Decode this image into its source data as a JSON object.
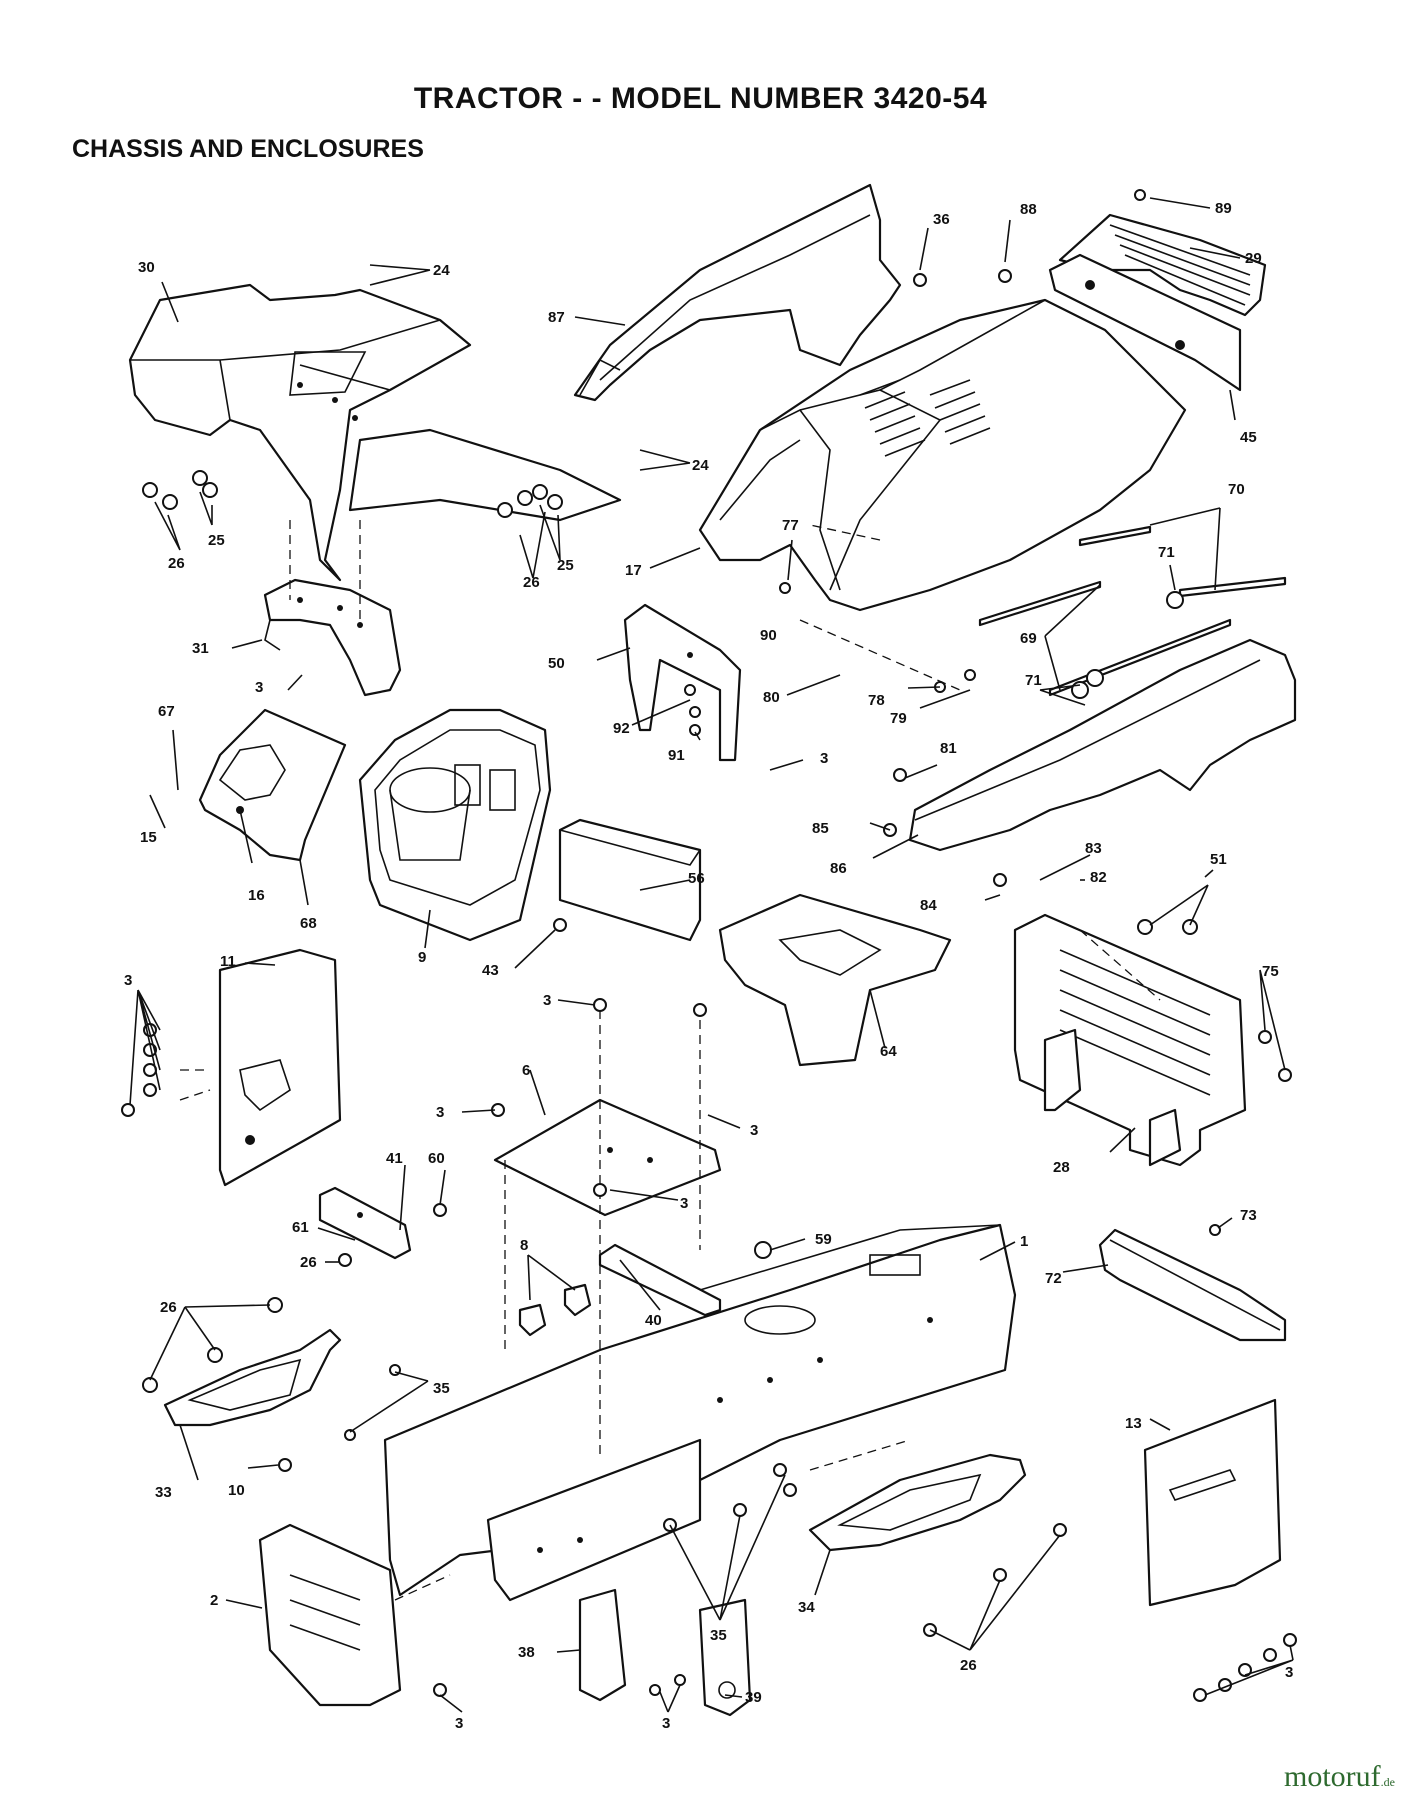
{
  "header": {
    "title": "TRACTOR - - MODEL NUMBER 3420-54",
    "subtitle": "CHASSIS AND ENCLOSURES"
  },
  "watermark": {
    "brand": "motoruf",
    "suffix": ".de",
    "color": "#2e6a2f"
  },
  "diagram": {
    "callouts": [
      {
        "id": "c30",
        "label": "30"
      },
      {
        "id": "c24a",
        "label": "24"
      },
      {
        "id": "c87",
        "label": "87"
      },
      {
        "id": "c36",
        "label": "36"
      },
      {
        "id": "c88",
        "label": "88"
      },
      {
        "id": "c89",
        "label": "89"
      },
      {
        "id": "c29",
        "label": "29"
      },
      {
        "id": "c45",
        "label": "45"
      },
      {
        "id": "c24b",
        "label": "24"
      },
      {
        "id": "c25a",
        "label": "25"
      },
      {
        "id": "c26a",
        "label": "26"
      },
      {
        "id": "c26b",
        "label": "26"
      },
      {
        "id": "c25b",
        "label": "25"
      },
      {
        "id": "c17",
        "label": "17"
      },
      {
        "id": "c77",
        "label": "77"
      },
      {
        "id": "c70",
        "label": "70"
      },
      {
        "id": "c71a",
        "label": "71"
      },
      {
        "id": "c31",
        "label": "31"
      },
      {
        "id": "c50",
        "label": "50"
      },
      {
        "id": "c90",
        "label": "90"
      },
      {
        "id": "c69",
        "label": "69"
      },
      {
        "id": "c71b",
        "label": "71"
      },
      {
        "id": "c3a",
        "label": "3"
      },
      {
        "id": "c67",
        "label": "67"
      },
      {
        "id": "c80",
        "label": "80"
      },
      {
        "id": "c78",
        "label": "78"
      },
      {
        "id": "c79",
        "label": "79"
      },
      {
        "id": "c92",
        "label": "92"
      },
      {
        "id": "c91",
        "label": "91"
      },
      {
        "id": "c3b",
        "label": "3"
      },
      {
        "id": "c81",
        "label": "81"
      },
      {
        "id": "c15",
        "label": "15"
      },
      {
        "id": "c85",
        "label": "85"
      },
      {
        "id": "c86",
        "label": "86"
      },
      {
        "id": "c16",
        "label": "16"
      },
      {
        "id": "c68",
        "label": "68"
      },
      {
        "id": "c56",
        "label": "56"
      },
      {
        "id": "c83",
        "label": "83"
      },
      {
        "id": "c84",
        "label": "84"
      },
      {
        "id": "c82",
        "label": "82"
      },
      {
        "id": "c51",
        "label": "51"
      },
      {
        "id": "c9",
        "label": "9"
      },
      {
        "id": "c43",
        "label": "43"
      },
      {
        "id": "c11",
        "label": "11"
      },
      {
        "id": "c3c",
        "label": "3"
      },
      {
        "id": "c75",
        "label": "75"
      },
      {
        "id": "c64",
        "label": "64"
      },
      {
        "id": "c3d",
        "label": "3"
      },
      {
        "id": "c6",
        "label": "6"
      },
      {
        "id": "c3e",
        "label": "3"
      },
      {
        "id": "c3f",
        "label": "3"
      },
      {
        "id": "c28",
        "label": "28"
      },
      {
        "id": "c41",
        "label": "41"
      },
      {
        "id": "c60",
        "label": "60"
      },
      {
        "id": "c3g",
        "label": "3"
      },
      {
        "id": "c61",
        "label": "61"
      },
      {
        "id": "c8",
        "label": "8"
      },
      {
        "id": "c59",
        "label": "59"
      },
      {
        "id": "c1",
        "label": "1"
      },
      {
        "id": "c73",
        "label": "73"
      },
      {
        "id": "c26c",
        "label": "26"
      },
      {
        "id": "c72",
        "label": "72"
      },
      {
        "id": "c26d",
        "label": "26"
      },
      {
        "id": "c40",
        "label": "40"
      },
      {
        "id": "c35a",
        "label": "35"
      },
      {
        "id": "c13",
        "label": "13"
      },
      {
        "id": "c33",
        "label": "33"
      },
      {
        "id": "c10",
        "label": "10"
      },
      {
        "id": "c35b",
        "label": "35"
      },
      {
        "id": "c2",
        "label": "2"
      },
      {
        "id": "c34",
        "label": "34"
      },
      {
        "id": "c38",
        "label": "38"
      },
      {
        "id": "c39",
        "label": "39"
      },
      {
        "id": "c26e",
        "label": "26"
      },
      {
        "id": "c3h",
        "label": "3"
      },
      {
        "id": "c3i",
        "label": "3"
      },
      {
        "id": "c3j",
        "label": "3"
      }
    ]
  }
}
